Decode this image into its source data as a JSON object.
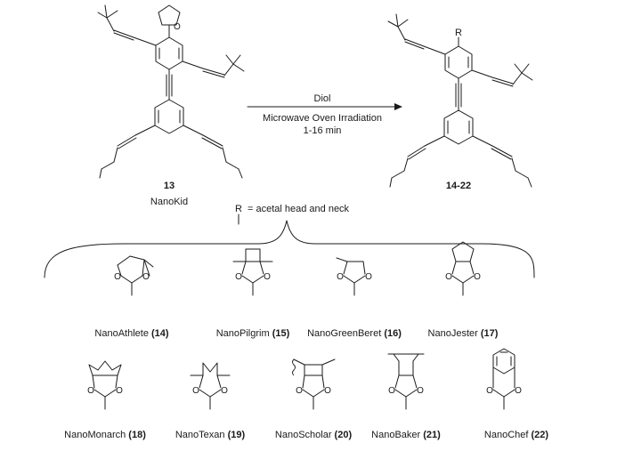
{
  "reaction": {
    "reagent": "Diol",
    "conditions_line1": "Microwave Oven Irradiation",
    "conditions_line2": "1-16 min"
  },
  "reactant": {
    "number": "13",
    "name": "NanoKid"
  },
  "product": {
    "number": "14-22",
    "substituent": "R"
  },
  "r_definition": {
    "symbol": "R",
    "text": "= acetal head and neck"
  },
  "heads": [
    {
      "name": "NanoAthlete",
      "number": "(14)"
    },
    {
      "name": "NanoPilgrim",
      "number": "(15)"
    },
    {
      "name": "NanoGreenBeret",
      "number": "(16)"
    },
    {
      "name": "NanoJester",
      "number": "(17)"
    },
    {
      "name": "NanoMonarch",
      "number": "(18)"
    },
    {
      "name": "NanoTexan",
      "number": "(19)"
    },
    {
      "name": "NanoScholar",
      "number": "(20)"
    },
    {
      "name": "NanoBaker",
      "number": "(21)"
    },
    {
      "name": "NanoChef",
      "number": "(22)"
    }
  ],
  "atom_label": "O"
}
